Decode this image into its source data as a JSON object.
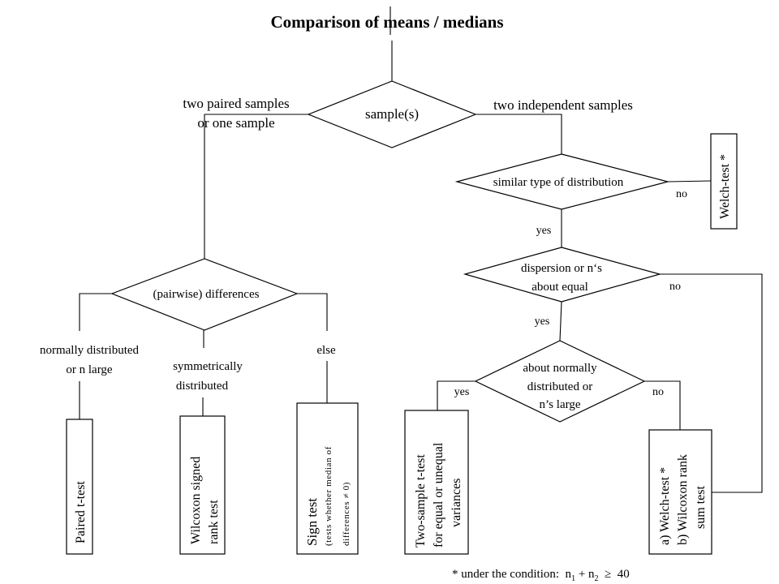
{
  "title": "Comparison of means / medians",
  "root_decision": {
    "label": "sample(s)",
    "left_branch": [
      "two paired  samples",
      "or one sample"
    ],
    "right_branch": "two independent  samples"
  },
  "paired": {
    "decision": "(pairwise)  differences",
    "branches": {
      "normal": [
        "normally  distributed",
        "or  n large"
      ],
      "symmetric": [
        "symmetrically",
        "distributed"
      ],
      "else": "else"
    },
    "results": {
      "paired_t": [
        "Paired t-test"
      ],
      "wilcoxon_signed": [
        "Wilcoxon signed",
        "rank test"
      ],
      "sign_test": {
        "title": "Sign test",
        "note": [
          "(tests  whether  median  of",
          "differences  ≠ 0)"
        ]
      }
    }
  },
  "independent": {
    "decision_distribution": "similar  type of distribution",
    "decision_dispersion": [
      "dispersion or n‘s",
      "about equal"
    ],
    "decision_normal": [
      "about normally",
      "distributed or",
      "n’s large"
    ],
    "labels": {
      "no": "no",
      "yes": "yes"
    },
    "results": {
      "welch": [
        "Welch-test *"
      ],
      "two_sample_t": [
        "Two-sample t-test",
        "for equal or unequal",
        "variances"
      ],
      "welch_wilcoxon": [
        "a) Welch-test *",
        "b) Wilcoxon rank",
        "sum test"
      ]
    }
  },
  "footnote": {
    "prefix": "* under the condition:  n",
    "sub1": "1",
    "mid": " + n",
    "sub2": "2",
    "suffix": "  ≥  40"
  }
}
